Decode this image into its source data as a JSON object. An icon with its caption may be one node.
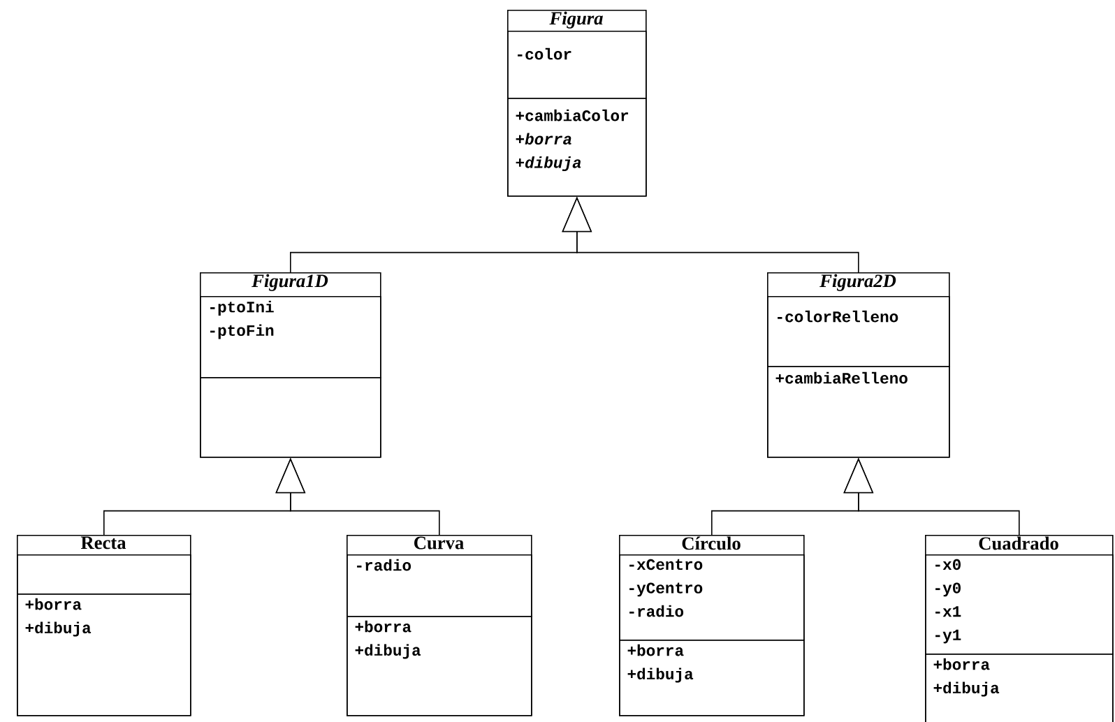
{
  "diagram": {
    "nodes": [
      {
        "text": [
          "Figura"
        ]
      },
      {
        "text": [
          "-color"
        ],
        "in": 0
      },
      {
        "text": [
          "+cambiaColor +*borra* +*dibuja*"
        ],
        "in": 0
      },
      {
        "text": [
          "Figura1D"
        ]
      },
      {
        "text": [
          "-ptoIni -ptoFin"
        ],
        "in": 3
      },
      {
        "text": [],
        "shape": "box",
        "in": 3
      },
      {
        "text": [
          "Figura2D"
        ]
      },
      {
        "text": [
          "-colorRelleno"
        ],
        "in": 6
      },
      {
        "text": [
          "+cambiaRelleno"
        ],
        "in": 6
      },
      {
        "text": [
          "Recta"
        ]
      },
      {
        "text": [],
        "shape": "box",
        "in": 9
      },
      {
        "text": [
          "+borra +dibuja"
        ],
        "in": 9
      },
      {
        "text": [
          "Curva"
        ]
      },
      {
        "text": [
          "-radio"
        ],
        "in": 12
      },
      {
        "text": [
          "+borra +dibuja"
        ],
        "in": 12
      },
      {
        "text": [
          "Círculo"
        ]
      },
      {
        "text": [
          "-xCentro -yCentro -radio"
        ],
        "in": 15
      },
      {
        "text": [
          "+borra +dibuja"
        ],
        "in": 15
      },
      {
        "text": [
          "Cuadrado"
        ]
      },
      {
        "text": [
          "-x0 -y0 -x1 -y1"
        ],
        "in": 18
      },
      {
        "text": [
          "+borra +dibuja"
        ],
        "in": 18
      }
    ],
    "edges": [
      {
        "from": 3,
        "to": 0,
        "arrow": "to"
      },
      {
        "from": 6,
        "to": 0,
        "arrow": "to"
      },
      {
        "from": 9,
        "to": 3,
        "arrow": "to"
      },
      {
        "from": 12,
        "to": 3,
        "arrow": "to"
      },
      {
        "from": 15,
        "to": 6,
        "arrow": "to"
      },
      {
        "from": 18,
        "to": 6,
        "arrow": "to"
      }
    ]
  }
}
